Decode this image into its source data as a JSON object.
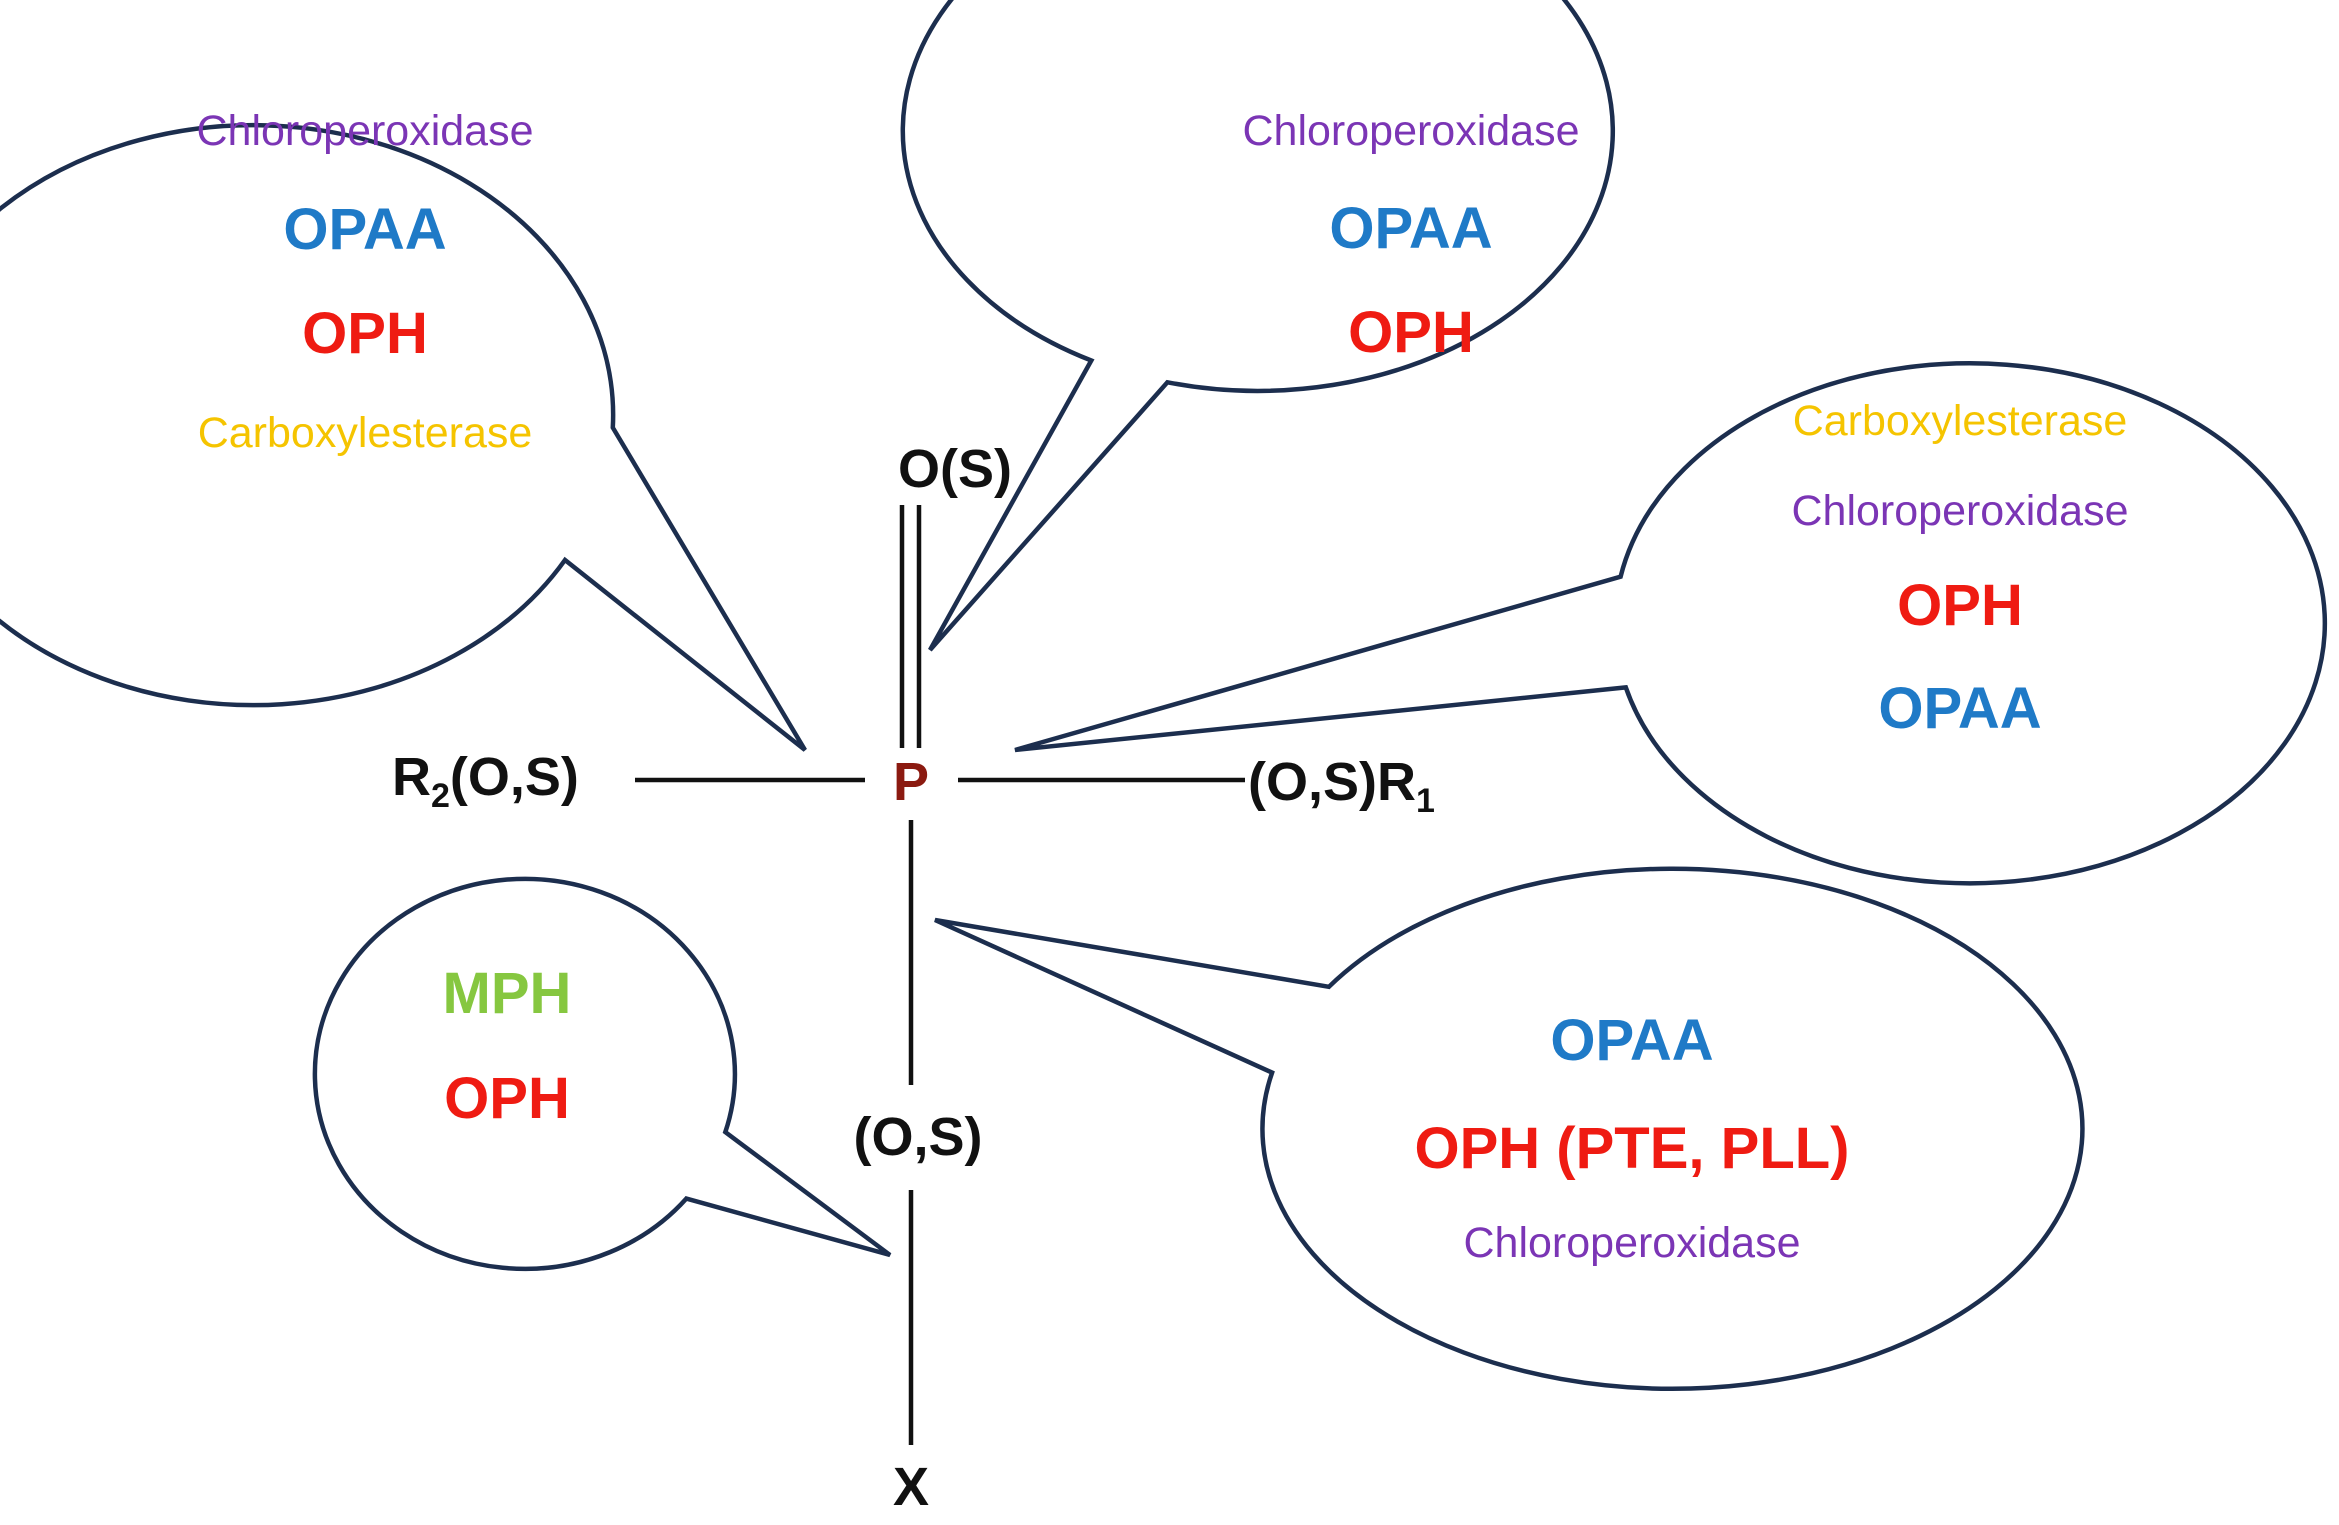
{
  "colors": {
    "chloroperoxidase": "#7b35b5",
    "opaa": "#1f7ac7",
    "oph": "#ef1b12",
    "carboxylesterase": "#f5c400",
    "mph": "#86c740",
    "bubble_outline": "#1c2e4e",
    "atom_p": "#8b1a10",
    "bond": "#111111"
  },
  "molecule": {
    "center_atom": "P",
    "top_group": "O(S)",
    "left_group_prefix": "R",
    "left_group_subscript": "2",
    "left_group_suffix": "(O,S)",
    "right_group_prefix": "(O,S)R",
    "right_group_subscript": "1",
    "bottom_linker": "(O,S)",
    "bottom_group": "X"
  },
  "bubbles": {
    "top_left": [
      {
        "label": "Chloroperoxidase",
        "enzyme": "chloroperoxidase"
      },
      {
        "label": "OPAA",
        "enzyme": "opaa"
      },
      {
        "label": "OPH",
        "enzyme": "oph"
      },
      {
        "label": "Carboxylesterase",
        "enzyme": "carboxylesterase"
      }
    ],
    "top_center": [
      {
        "label": "Chloroperoxidase",
        "enzyme": "chloroperoxidase"
      },
      {
        "label": "OPAA",
        "enzyme": "opaa"
      },
      {
        "label": "OPH",
        "enzyme": "oph"
      }
    ],
    "right": [
      {
        "label": "Carboxylesterase",
        "enzyme": "carboxylesterase"
      },
      {
        "label": "Chloroperoxidase",
        "enzyme": "chloroperoxidase"
      },
      {
        "label": "OPH",
        "enzyme": "oph"
      },
      {
        "label": "OPAA",
        "enzyme": "opaa"
      }
    ],
    "bottom_left": [
      {
        "label": "MPH",
        "enzyme": "mph"
      },
      {
        "label": "OPH",
        "enzyme": "oph"
      }
    ],
    "bottom_right": [
      {
        "label": "OPAA",
        "enzyme": "opaa"
      },
      {
        "label": "OPH (PTE, PLL)",
        "enzyme": "oph"
      },
      {
        "label": "Chloroperoxidase",
        "enzyme": "chloroperoxidase"
      }
    ]
  }
}
